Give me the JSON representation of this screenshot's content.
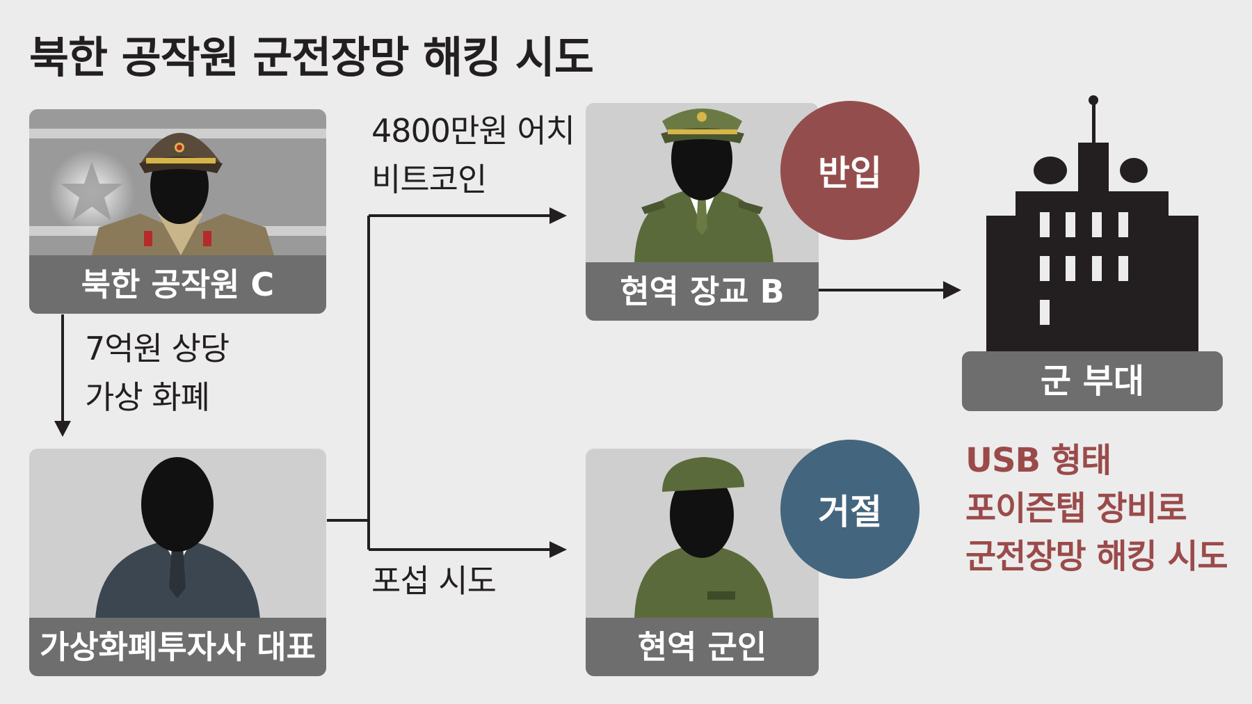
{
  "title": "북한 공작원 군전장망 해킹 시도",
  "nodes": {
    "agent": {
      "label": "북한 공작원 C"
    },
    "ceo": {
      "label": "가상화폐투자사 대표"
    },
    "officer": {
      "label": "현역 장교 B",
      "status": "반입",
      "status_color": "#944d4d"
    },
    "soldier": {
      "label": "현역 군인",
      "status": "거절",
      "status_color": "#44657e"
    },
    "base": {
      "label": "군 부대"
    }
  },
  "edges": {
    "agent_to_ceo": [
      "7억원 상당",
      "가상 화폐"
    ],
    "ceo_to_officer": [
      "4800만원 어치",
      "비트코인"
    ],
    "ceo_to_soldier": [
      "포섭 시도"
    ]
  },
  "note": [
    "USB 형태",
    "포이즌탭 장비로",
    "군전장망 해킹 시도"
  ],
  "colors": {
    "line": "#231f20",
    "caption_bg": "#6f6e6e",
    "card_bg": "#cfcfcf",
    "note": "#9b4a4a"
  }
}
